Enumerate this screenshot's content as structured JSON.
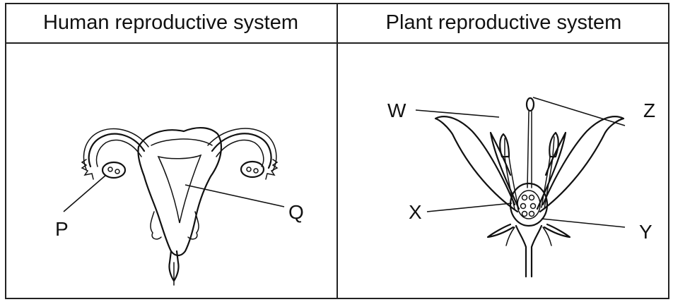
{
  "header": {
    "left": "Human reproductive system",
    "right": "Plant reproductive system"
  },
  "labels": {
    "p": "P",
    "q": "Q",
    "w": "W",
    "x": "X",
    "y": "Y",
    "z": "Z"
  }
}
